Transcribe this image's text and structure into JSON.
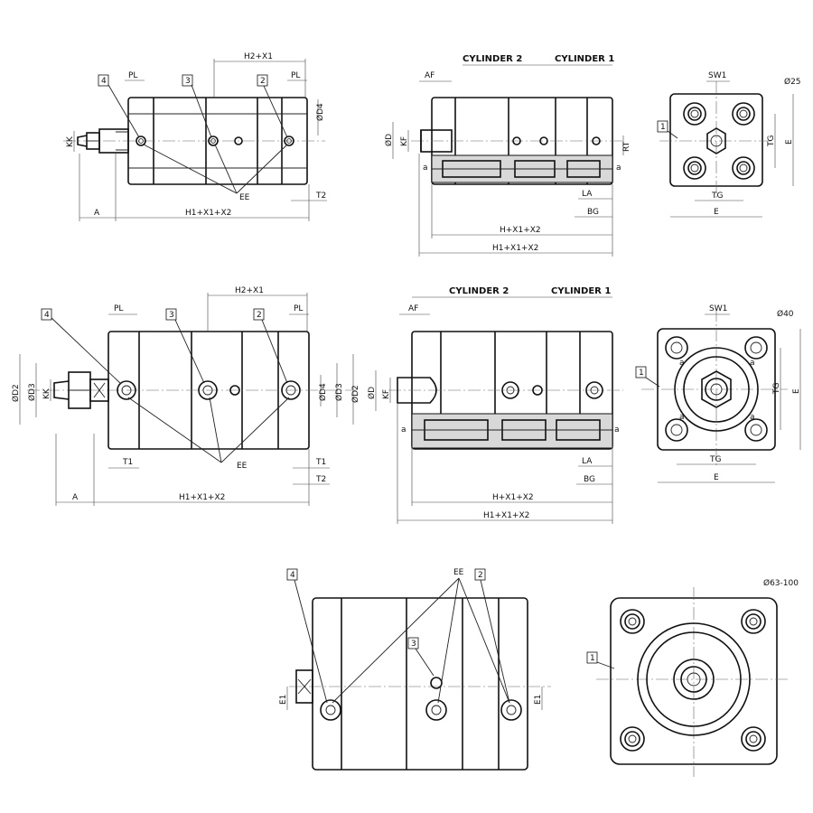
{
  "views": {
    "row1": {
      "left": {
        "h2x1": "H2+X1",
        "pl_a": "PL",
        "pl_b": "PL",
        "d4": "ØD4",
        "kk": "KK",
        "a": "A",
        "h1": "H1+X1+X2",
        "t2": "T2",
        "ee": "EE",
        "port4": "4",
        "port3": "3",
        "port2": "2"
      },
      "middle": {
        "cyl2": "CYLINDER 2",
        "cyl1": "CYLINDER 1",
        "af": "AF",
        "od": "ØD",
        "kf": "KF",
        "rt": "RT",
        "a_l": "a",
        "a_r": "a",
        "la": "LA",
        "bg": "BG",
        "hx": "H+X1+X2",
        "h1x": "H1+X1+X2"
      },
      "right": {
        "size": "Ø25",
        "sw": "SW1",
        "tg_v": "TG",
        "e_v": "E",
        "tg_h": "TG",
        "e_h": "E",
        "box": "1"
      }
    },
    "row2": {
      "left": {
        "h2x1": "H2+X1",
        "pl_a": "PL",
        "pl_b": "PL",
        "d2_l": "ØD2",
        "d3_l": "ØD3",
        "kk": "KK",
        "d4": "ØD4",
        "d3_r": "ØD3",
        "d2_r": "ØD2",
        "t1_l": "T1",
        "t1_r": "T1",
        "t2": "T2",
        "ee": "EE",
        "a": "A",
        "h1": "H1+X1+X2",
        "port4": "4",
        "port3": "3",
        "port2": "2"
      },
      "middle": {
        "cyl2": "CYLINDER 2",
        "cyl1": "CYLINDER 1",
        "af": "AF",
        "od": "ØD",
        "kf": "KF",
        "a_l": "a",
        "a_r": "a",
        "la": "LA",
        "bg": "BG",
        "hx": "H+X1+X2",
        "h1x": "H1+X1+X2"
      },
      "right": {
        "size": "Ø40",
        "sw": "SW1",
        "tg_v": "TG",
        "e_v": "E",
        "tg_h": "TG",
        "e_h": "E",
        "box": "1",
        "a1": "a",
        "a2": "a",
        "a3": "a",
        "a4": "a"
      }
    },
    "row3": {
      "left": {
        "ee": "EE",
        "port4": "4",
        "port3": "3",
        "port2": "2",
        "e1_l": "E1",
        "e1_r": "E1"
      },
      "right": {
        "size": "Ø63-100",
        "box": "1"
      }
    }
  }
}
